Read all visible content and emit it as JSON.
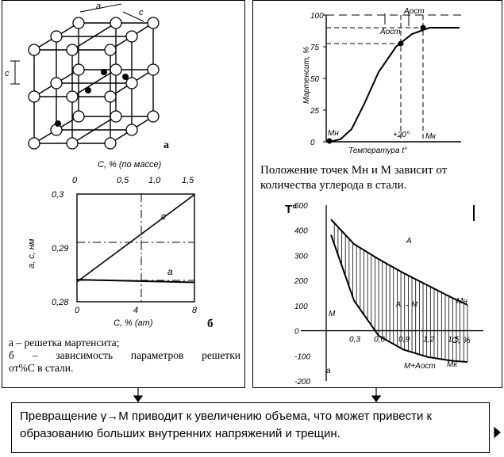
{
  "left_panel": {
    "lattice": {
      "label_a": "a",
      "dim_c": "c",
      "dim_a": "a"
    },
    "graph_b": {
      "top_axis_title": "C, % (по массе)",
      "top_ticks": [
        "0",
        "0,5",
        "1,0",
        "1,5"
      ],
      "left_ticks": [
        "0,3",
        "0,29",
        "0,28"
      ],
      "bottom_ticks": [
        "0",
        "4",
        "8"
      ],
      "bottom_axis_title": "C, % (ат)",
      "y_axis_title": "a, c, нм",
      "line_c_label": "c",
      "line_a_label": "a",
      "label_b": "б"
    },
    "caption": {
      "line1": "а – решетка мартенсита;",
      "line2": "б – зависимость параметров решетки",
      "line3": "от%С в стали."
    }
  },
  "right_panel": {
    "graph_top": {
      "y_ticks": [
        "100",
        "75",
        "50",
        "25",
        "0"
      ],
      "y_axis_title": "Мартенсит, %",
      "x_axis_title": "Температура t°",
      "point_mn": "Mн",
      "point_mk": "Mк",
      "label_20": "+20°",
      "label_aост1": "Aост",
      "label_aост2": "Aост"
    },
    "caption": "Положение точек Мн и М зависит от количества углерода в стали.",
    "graph_bottom": {
      "y_axis_title": "T°",
      "y_ticks": [
        "500",
        "400",
        "300",
        "200",
        "100",
        "0",
        "-100",
        "-200"
      ],
      "x_ticks": [
        "0,3",
        "0,6",
        "0,9",
        "1,2",
        "1,5"
      ],
      "x_axis_unit": "C, %",
      "region_a": "A",
      "region_am": "A → M",
      "region_m": "M",
      "region_maост": "M+Aост",
      "curve_mn": "Mн",
      "curve_mk": "Mк",
      "corner_label": "a"
    }
  },
  "bottom": {
    "text": "Превращение γ→М приводит к увеличению объема, что может привести к образованию больших внутренних напряжений и трещин."
  },
  "chart_data": [
    {
      "type": "line",
      "title": "",
      "xlabel": "C, % (ат)",
      "ylabel": "a, c, нм",
      "x": [
        0,
        8
      ],
      "ylim": [
        0.28,
        0.3
      ],
      "series": [
        {
          "name": "c",
          "values": [
            0.2837,
            0.2999
          ]
        },
        {
          "name": "a",
          "values": [
            0.2841,
            0.2836
          ]
        }
      ]
    },
    {
      "type": "line",
      "title": "",
      "xlabel": "Температура t°",
      "ylabel": "Мартенсит, %",
      "ylim": [
        0,
        100
      ],
      "series": [
        {
          "values": [
            0,
            2,
            10,
            30,
            55,
            75,
            85,
            90,
            90
          ]
        }
      ]
    },
    {
      "type": "line",
      "title": "",
      "xlabel": "C, %",
      "ylabel": "T°",
      "x": [
        0,
        0.3,
        0.6,
        0.9,
        1.2,
        1.5,
        1.7
      ],
      "ylim": [
        -200,
        500
      ],
      "series": [
        {
          "name": "Mн",
          "values": [
            450,
            345,
            285,
            230,
            180,
            130,
            100
          ]
        },
        {
          "name": "Mк",
          "values": [
            400,
            120,
            -20,
            -75,
            -105,
            -120,
            -125
          ]
        }
      ]
    }
  ]
}
